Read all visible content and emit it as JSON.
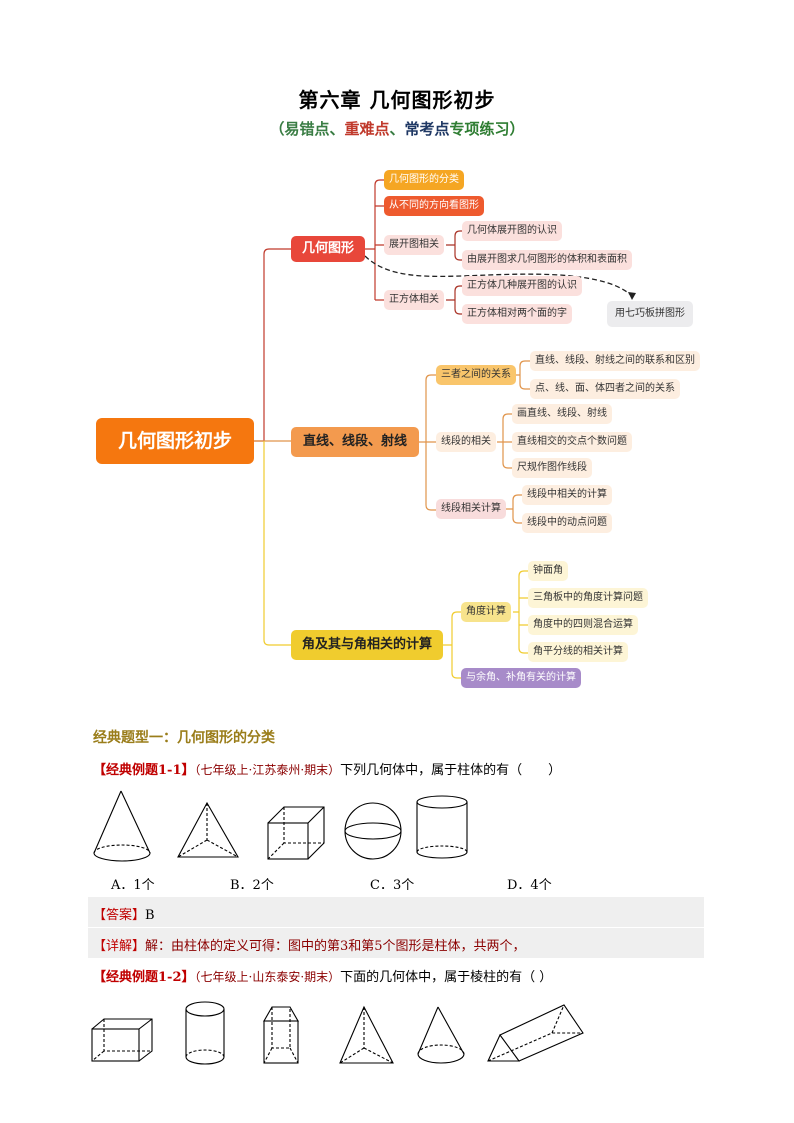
{
  "header": {
    "title": "第六章  几何图形初步",
    "subtitle_parts": [
      {
        "text": "（易错点",
        "color": "#3a7d44"
      },
      {
        "text": "、",
        "color": "#3a7d44"
      },
      {
        "text": "重难点",
        "color": "#c0392b"
      },
      {
        "text": "、",
        "color": "#3a7d44"
      },
      {
        "text": "常考点",
        "color": "#1f3864"
      },
      {
        "text": "专项练习）",
        "color": "#2e7d32"
      }
    ]
  },
  "mindmap": {
    "root": "几何图形初步",
    "branches": [
      {
        "label": "几何图形",
        "color": "#e8473a",
        "children": [
          {
            "label": "几何图形的分类",
            "bg": "#f5a623",
            "fg": "#ffffff"
          },
          {
            "label": "从不同的方向看图形",
            "bg": "#ee5a2e",
            "fg": "#ffffff"
          },
          {
            "label": "展开图相关",
            "bg": "#fbe0dd",
            "fg": "#333333",
            "children": [
              "几何体展开图的认识",
              "由展开图求几何图形的体积和表面积"
            ]
          },
          {
            "label": "正方体相关",
            "bg": "#fbe0dd",
            "fg": "#333333",
            "children": [
              "正方体几种展开图的认识",
              "正方体相对两个面的字"
            ]
          }
        ],
        "floating": "用七巧板拼图形"
      },
      {
        "label": "直线、线段、射线",
        "color": "#f39a4e",
        "children": [
          {
            "label": "三者之间的关系",
            "bg": "#f9c56b",
            "fg": "#333333",
            "children": [
              "直线、线段、射线之间的联系和区别",
              "点、线、面、体四者之间的关系"
            ]
          },
          {
            "label": "线段的相关",
            "bg": "#fdeee0",
            "fg": "#333333",
            "children": [
              "画直线、线段、射线",
              "直线相交的交点个数问题",
              "尺规作图作线段"
            ]
          },
          {
            "label": "线段相关计算",
            "bg": "#f8dcdc",
            "fg": "#333333",
            "children": [
              "线段中相关的计算",
              "线段中的动点问题"
            ]
          }
        ]
      },
      {
        "label": "角及其与角相关的计算",
        "color": "#f0cc2e",
        "children": [
          {
            "label": "角度计算",
            "bg": "#f7e38c",
            "fg": "#333333",
            "children": [
              "钟面角",
              "三角板中的角度计算问题",
              "角度中的四则混合运算",
              "角平分线的相关计算"
            ]
          },
          {
            "label": "与余角、补角有关的计算",
            "bg": "#a78bc9",
            "fg": "#ffffff"
          }
        ]
      }
    ]
  },
  "section": {
    "title": "经典题型一：几何图形的分类",
    "q1": {
      "tag": "【经典例题1-1】",
      "source": "（七年级上·江苏泰州·期末）",
      "text": "下列几何体中，属于柱体的有（　　）",
      "figures": [
        "cone",
        "triangular-pyramid",
        "cube",
        "sphere",
        "cylinder"
      ],
      "options": [
        "A．1个",
        "B．2个",
        "C．3个",
        "D．4个"
      ],
      "answer_tag": "【答案】",
      "answer": "B",
      "detail_tag": "【详解】",
      "detail": "解：由柱体的定义可得：图中的第3和第5个图形是柱体，共两个，"
    },
    "q2": {
      "tag": "【经典例题1-2】",
      "source": "（七年级上·山东泰安·期末）",
      "text": "下面的几何体中，属于棱柱的有（  ）",
      "figures": [
        "cuboid",
        "cylinder",
        "frustum-prism",
        "triangular-pyramid",
        "cone",
        "triangular-prism"
      ]
    }
  }
}
